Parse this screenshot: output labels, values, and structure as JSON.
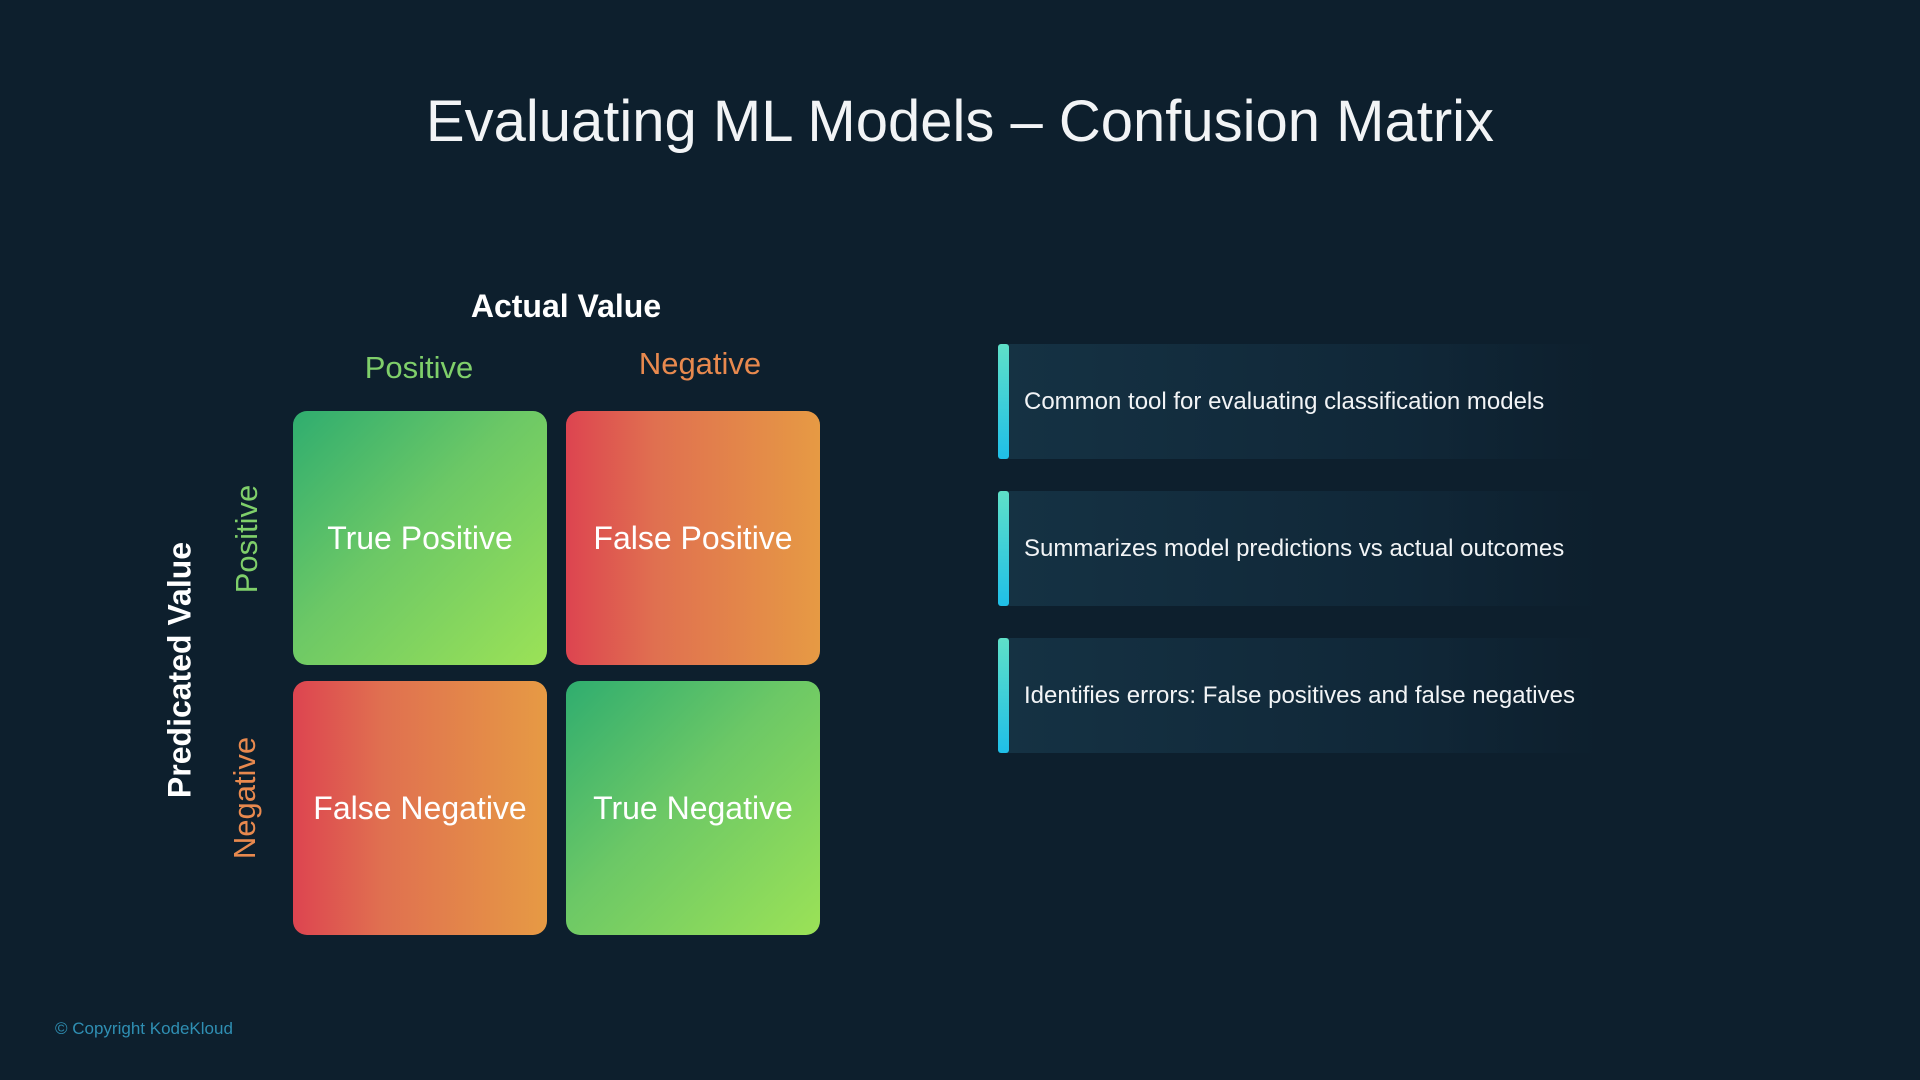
{
  "title": "Evaluating ML Models – Confusion Matrix",
  "matrix": {
    "actual_label": "Actual Value",
    "predicted_label": "Predicated Value",
    "col_positive": "Positive",
    "col_negative": "Negative",
    "row_positive": "Positive",
    "row_negative": "Negative",
    "cells": [
      "True Positive",
      "False Positive",
      "False Negative",
      "True Negative"
    ]
  },
  "points": [
    "Common tool for evaluating classification models",
    "Summarizes model predictions vs actual outcomes",
    "Identifies errors: False positives and false negatives"
  ],
  "footer": "© Copyright KodeKloud",
  "colors": {
    "background": "#0d1f2d",
    "positive": "#7fcf6a",
    "negative": "#e8894e",
    "accent": "#1fbfe8"
  }
}
